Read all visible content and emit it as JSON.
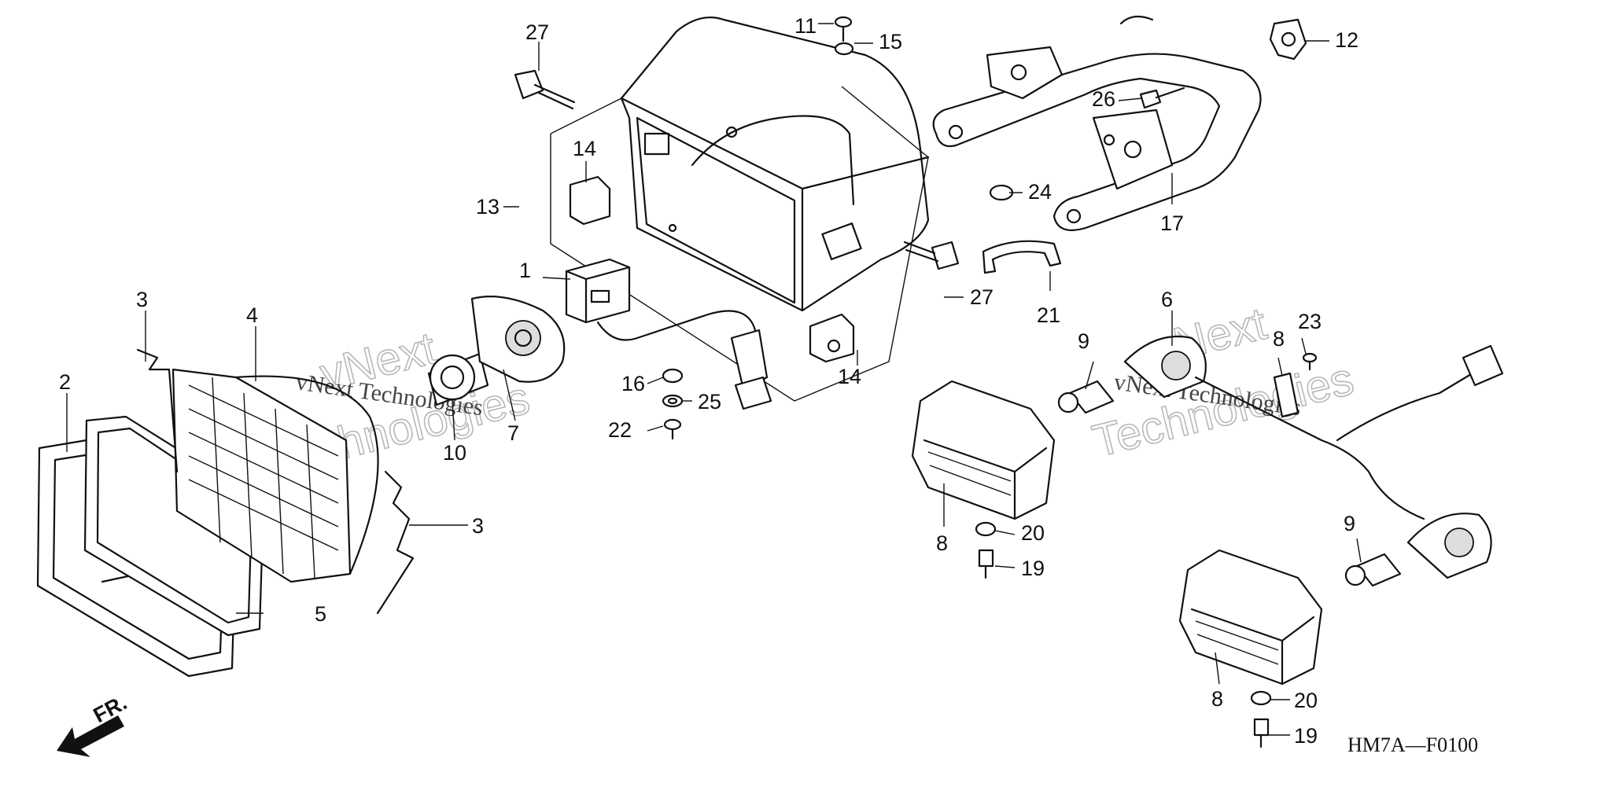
{
  "callouts": {
    "c1": "1",
    "c2": "2",
    "c3a": "3",
    "c3b": "3",
    "c4": "4",
    "c5": "5",
    "c6": "6",
    "c7": "7",
    "c8a": "8",
    "c8b": "8",
    "c8c": "8",
    "c9a": "9",
    "c9b": "9",
    "c10": "10",
    "c11": "11",
    "c12": "12",
    "c13": "13",
    "c14a": "14",
    "c14b": "14",
    "c15": "15",
    "c16": "16",
    "c17": "17",
    "c19a": "19",
    "c19b": "19",
    "c20a": "20",
    "c20b": "20",
    "c21": "21",
    "c22": "22",
    "c23": "23",
    "c24": "24",
    "c25": "25",
    "c26": "26",
    "c27a": "27",
    "c27b": "27"
  },
  "front_marker": "FR.",
  "diagram_code": "HM7A—F0100",
  "watermarks": {
    "brand_left": "vNext",
    "tech_left": "Technologies",
    "small_left": "vNext Technologies",
    "brand_right": "vNext",
    "tech_right": "Technologies",
    "small_right": "vNext Technologies"
  }
}
